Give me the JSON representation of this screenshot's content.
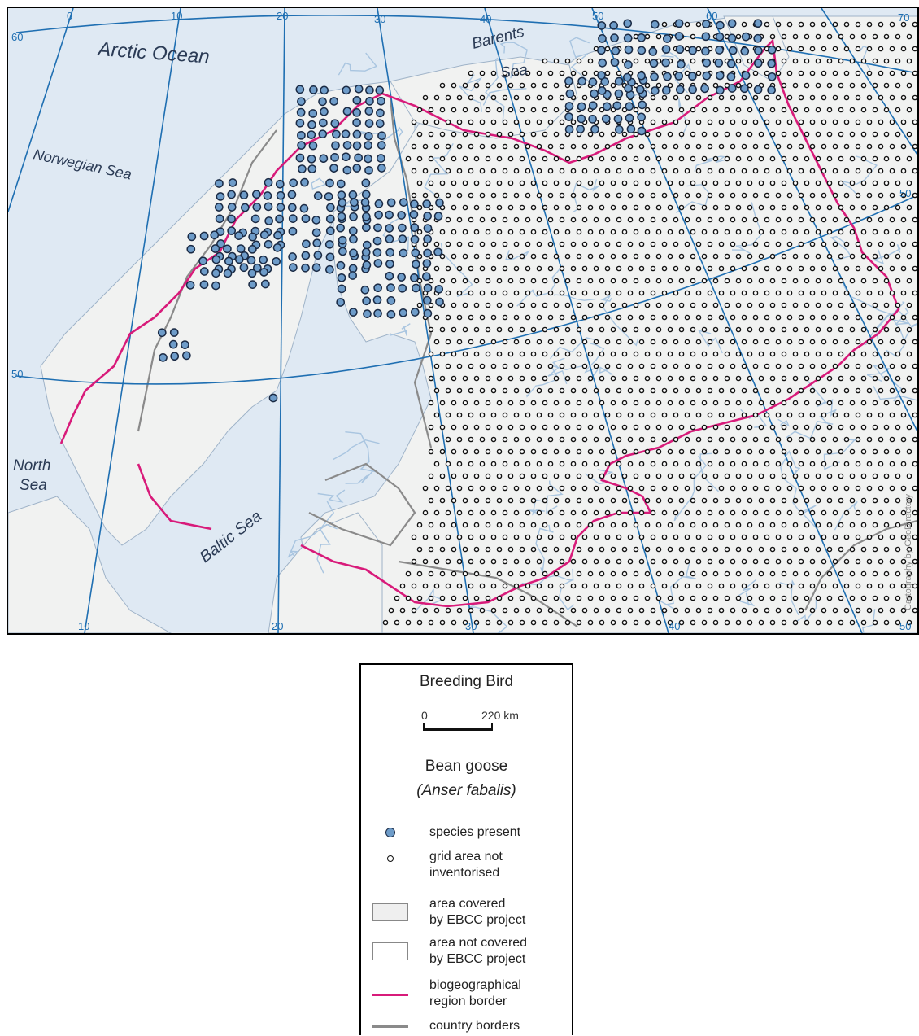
{
  "map": {
    "sea_labels": {
      "arctic_ocean": "Arctic Ocean",
      "barents": "Barents",
      "barents_sea": "Sea",
      "norwegian_sea": "Norwegian Sea",
      "north": "North",
      "north_sea": "Sea",
      "baltic": "Baltic Sea"
    },
    "meridian_labels": [
      "0",
      "10",
      "20",
      "30",
      "40",
      "50",
      "60",
      "70"
    ],
    "meridian_bottom_labels": [
      "10",
      "20",
      "30",
      "40",
      "50"
    ],
    "parallel_labels": [
      "60",
      "50",
      "50"
    ],
    "credit": "Cartography by GeoDirectory",
    "colors": {
      "sea": "#dfe9f3",
      "land_covered": "#f1f2f1",
      "grid_line": "#1f6fb2",
      "region_border": "#d81b7a",
      "country_border": "#8a8a8a",
      "river": "#a9c5e0",
      "present_fill": "#6e9cc9"
    }
  },
  "legend": {
    "title": "Breeding Bird",
    "scale_zero": "0",
    "scale_label": "220 km",
    "species_common": "Bean goose",
    "species_latin": "(Anser fabalis)",
    "items": [
      {
        "symbol": "present-dot-icon",
        "lines": [
          "species present"
        ]
      },
      {
        "symbol": "not-inventorised-dot-icon",
        "lines": [
          "grid area not",
          "inventorised"
        ]
      },
      {
        "symbol": "covered-area-swatch",
        "color": "#efefef",
        "lines": [
          "area covered",
          "by EBCC project"
        ]
      },
      {
        "symbol": "not-covered-area-swatch",
        "color": "#ffffff",
        "lines": [
          "area not covered",
          "by EBCC project"
        ]
      },
      {
        "symbol": "region-border-line",
        "color": "#d81b7a",
        "lines": [
          "biogeographical",
          "region border"
        ]
      },
      {
        "symbol": "country-border-line",
        "color": "#8a8a8a",
        "lines": [
          "country borders"
        ]
      }
    ]
  }
}
